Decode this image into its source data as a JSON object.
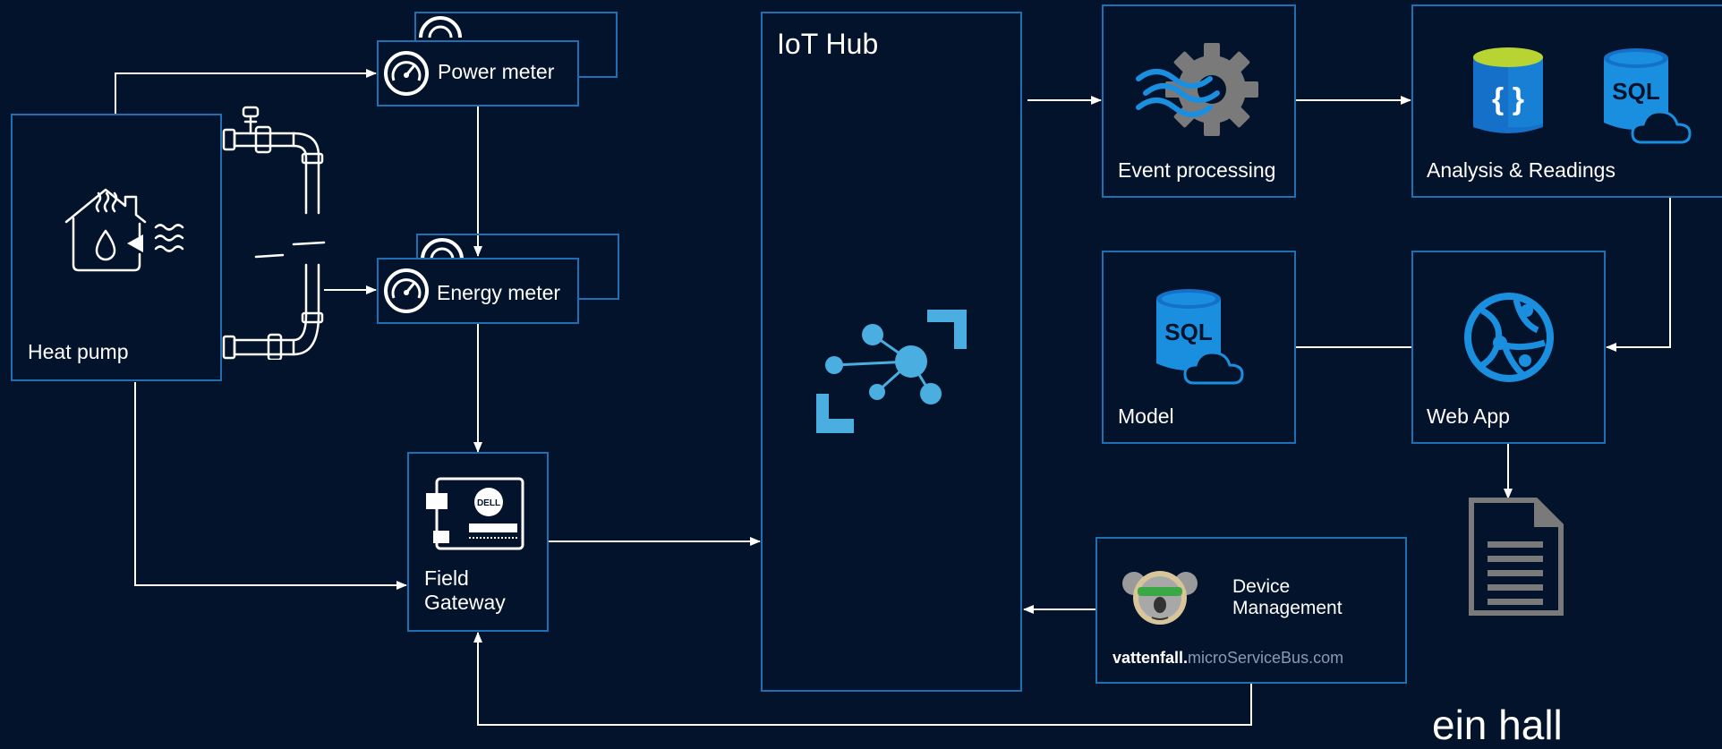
{
  "nodes": {
    "heat_pump": "Heat pump",
    "power_meter": "Power meter",
    "energy_meter": "Energy meter",
    "field_gateway_line1": "Field",
    "field_gateway_line2": "Gateway",
    "iot_hub": "IoT Hub",
    "event_processing": "Event processing",
    "analysis_readings": "Analysis & Readings",
    "model": "Model",
    "web_app": "Web App",
    "device_management_line1": "Device",
    "device_management_line2": "Management",
    "service_bus_brand": "vattenfall.",
    "service_bus_domain": "microServiceBus.com"
  },
  "icons": {
    "heat_pump": "house-heating-icon",
    "pipes": "water-pipe-icon",
    "meter": "gauge-icon",
    "gateway": "dell-gateway-device-icon",
    "iot_hub": "iot-hub-network-icon",
    "event_processing": "stream-analytics-gear-icon",
    "cosmos": "cosmos-db-icon",
    "sql": "sql-database-icon",
    "web_app": "web-app-globe-icon",
    "document": "document-icon",
    "koala": "koala-mascot-icon"
  },
  "colors": {
    "background": "#03132b",
    "box_border": "#1f6fb5",
    "connector": "#ffffff",
    "azure_blue": "#1a8fe0",
    "iot_light_blue": "#4aaee0",
    "sql_blue": "#1570c9",
    "cosmos_green": "#b8d432",
    "doc_gray": "#7a7a7a"
  },
  "partial_text_bottom_right": "ein  hall"
}
